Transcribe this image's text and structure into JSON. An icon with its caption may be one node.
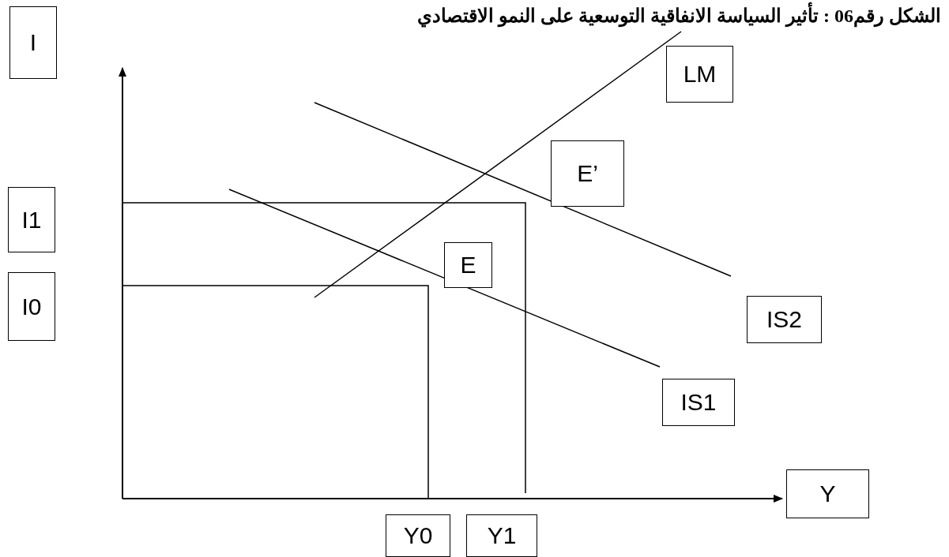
{
  "diagram": {
    "title": "الشكل رقم06 : تأثير السياسة الانفاقية التوسعية على النمو الاقتصادي",
    "nodes": [
      {
        "text": [
          "I"
        ]
      },
      {
        "text": [
          "LM"
        ]
      },
      {
        "text": [
          "E’"
        ]
      },
      {
        "text": [
          "I1"
        ]
      },
      {
        "text": [
          "E"
        ]
      },
      {
        "text": [
          "I0"
        ]
      },
      {
        "text": [
          "IS2"
        ]
      },
      {
        "text": [
          "IS1"
        ]
      },
      {
        "text": [
          "Y"
        ]
      },
      {
        "text": [
          "Y0"
        ]
      },
      {
        "text": [
          "Y1"
        ]
      }
    ]
  }
}
